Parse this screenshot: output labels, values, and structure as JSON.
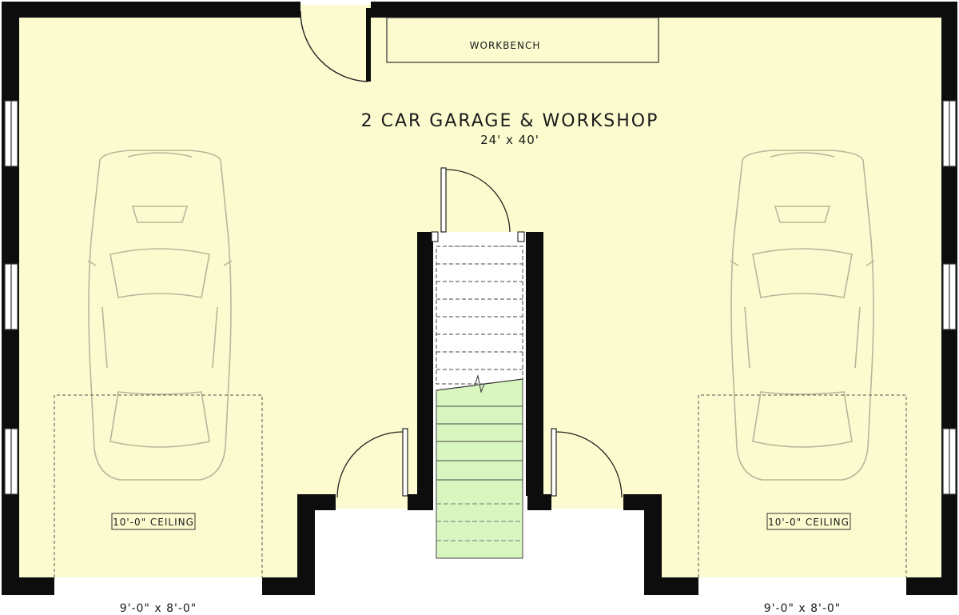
{
  "plan": {
    "room_name": "2 CAR GARAGE & WORKSHOP",
    "room_size": "24' x 40'",
    "workbench_label": "WORKBENCH",
    "left_ceiling_label": "10'-0\" CEILING",
    "right_ceiling_label": "10'-0\" CEILING",
    "left_door_size": "9'-0\" x 8'-0\"",
    "right_door_size": "9'-0\" x 8'-0\""
  },
  "colors": {
    "floor": "#fbfbcf",
    "wall": "#0d0d0d",
    "stair": "#d9f5c0",
    "line": "#555555",
    "car": "#b7b79a"
  }
}
